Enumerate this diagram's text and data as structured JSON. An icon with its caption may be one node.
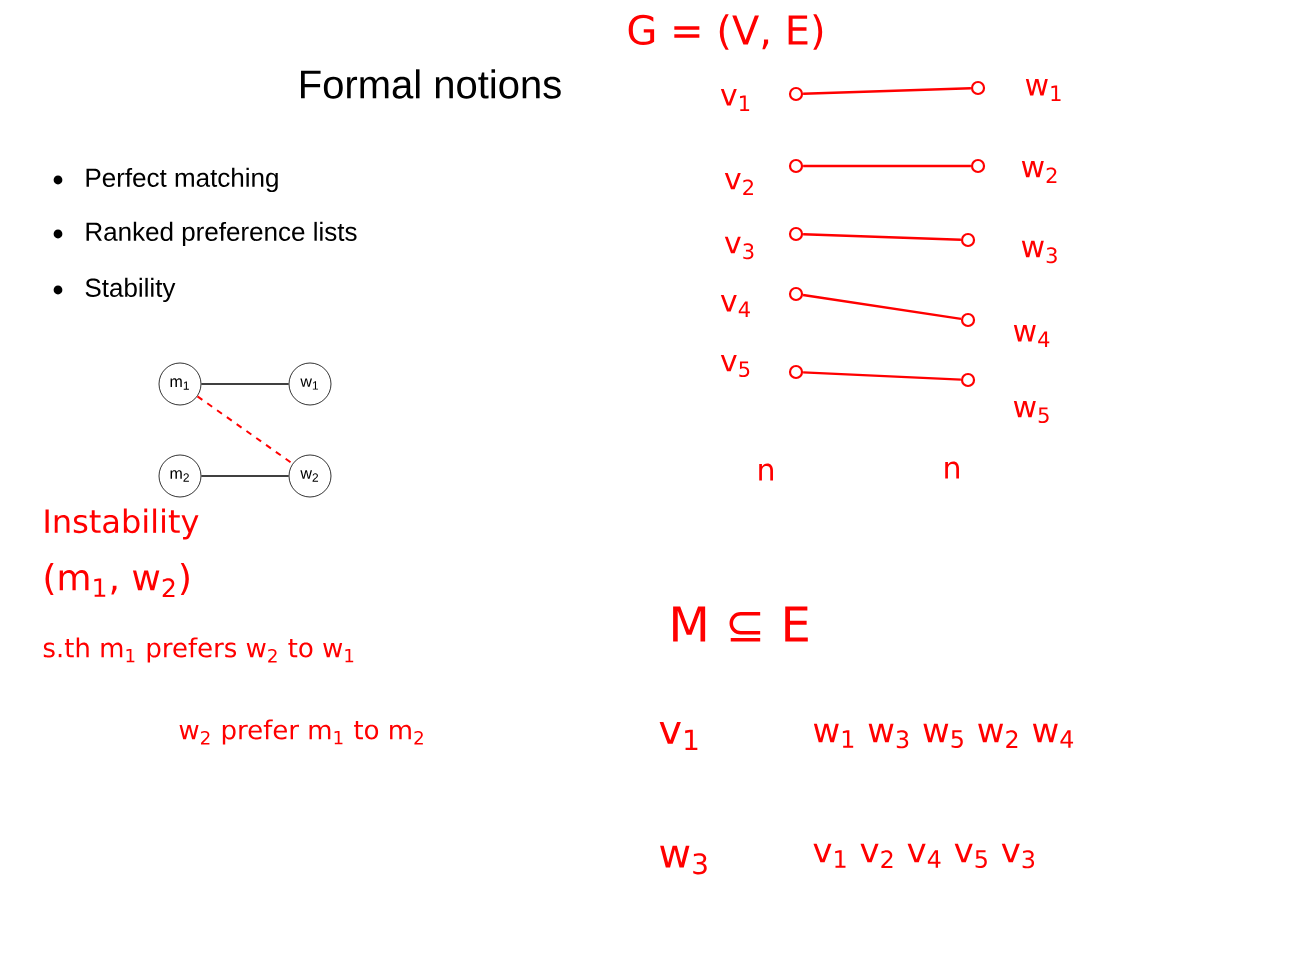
{
  "diagram": {
    "title": "Formal notions",
    "nodes": [
      {
        "text": [
          "m$_{1}$"
        ]
      },
      {
        "text": [
          "w$_{1}$"
        ]
      },
      {
        "text": [
          "m$_{2}$"
        ]
      },
      {
        "text": [
          "w$_{2}$"
        ]
      },
      {
        "text": [],
        "shape": "circle",
        "beside": [
          "v$_{1}$"
        ]
      },
      {
        "text": [],
        "shape": "circle",
        "beside": [
          "v$_{2}$"
        ]
      },
      {
        "text": [],
        "shape": "circle",
        "beside": [
          "v$_{3}$"
        ]
      },
      {
        "text": [],
        "shape": "circle",
        "beside": [
          "v$_{4}$"
        ]
      },
      {
        "text": [],
        "shape": "circle",
        "beside": [
          "v$_{5}$"
        ]
      },
      {
        "text": [],
        "shape": "circle",
        "beside": [
          "w$_{1}$"
        ]
      },
      {
        "text": [],
        "shape": "circle",
        "beside": [
          "w$_{2}$"
        ]
      },
      {
        "text": [],
        "shape": "circle",
        "beside": [
          "w$_{3}$"
        ]
      },
      {
        "text": [],
        "shape": "circle",
        "beside": [
          "w$_{4}$"
        ]
      },
      {
        "text": [],
        "shape": "circle",
        "beside": [
          "w$_{5}$"
        ]
      }
    ],
    "edges": [
      {
        "from": 0,
        "to": 1,
        "arrow": "none",
        "color": "#000000"
      },
      {
        "from": 2,
        "to": 3,
        "arrow": "none",
        "color": "#000000"
      },
      {
        "from": 0,
        "to": 3,
        "arrow": "none",
        "style": "dashed"
      },
      {
        "from": 4,
        "to": 9,
        "arrow": "none"
      },
      {
        "from": 5,
        "to": 10,
        "arrow": "none"
      },
      {
        "from": 6,
        "to": 11,
        "arrow": "none"
      },
      {
        "from": 7,
        "to": 12,
        "arrow": "none"
      },
      {
        "from": 8,
        "to": 13,
        "arrow": "none"
      }
    ],
    "labels": [
      "Perfect matching",
      "Ranked preference lists",
      "Stability",
      "G = (V, E)",
      "n",
      "n",
      "Instability",
      "(m$_{1}$, w$_{2}$)",
      "s.th m$_{1}$ prefers w$_{2}$ to w$_{1}$",
      "M ⊆ E",
      "w$_{2}$ prefer m$_{1}$ to m$_{2}$",
      "v$_{1}$",
      "w$_{1}$ w$_{3}$ w$_{5}$ w$_{2}$ w$_{4}$",
      "w$_{3}$",
      "v$_{1}$ v$_{2}$ v$_{4}$ v$_{5}$ v$_{3}$"
    ]
  }
}
